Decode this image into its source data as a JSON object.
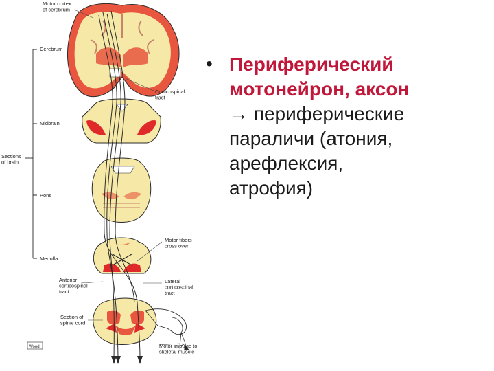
{
  "diagram": {
    "labels": {
      "motor_cortex": "Motor cortex\nof cerebrum",
      "cerebrum": "Cerebrum",
      "midbrain": "Midbrain",
      "sections_of_brain": "Sections\nof brain",
      "pons": "Pons",
      "medulla": "Medulla",
      "corticospinal_tract": "Corticospinal\ntract",
      "motor_fibers_cross_over": "Motor fibers\ncross over",
      "lateral_corticospinal_tract": "Lateral\ncorticospinal\ntract",
      "anterior_corticospinal_tract": "Anterior\ncorticospinal\ntract",
      "section_of_spinal_cord": "Section of\nspinal cord",
      "motor_impulse": "Motor impulse to\nskeletal muscle",
      "credit": "Wood"
    },
    "colors": {
      "tissue": "#f6e9a8",
      "gray_matter": "#e8563f",
      "tract_red": "#e02a2a",
      "outline": "#2a2a2a"
    }
  },
  "slide": {
    "bullet": "•",
    "line1": "Периферический",
    "line2": "мотонейрон, аксон",
    "rest": "→ периферические\nпараличи (атония,\nарефлексия,\nатрофия)"
  }
}
